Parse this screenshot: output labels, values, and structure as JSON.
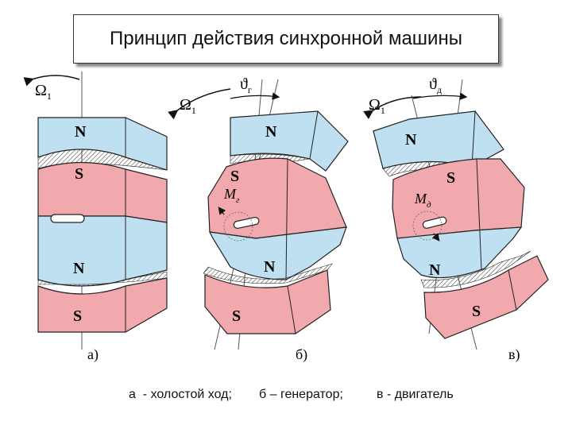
{
  "title": "Принцип действия синхронной машины",
  "diagrams": {
    "a": {
      "label": "а)",
      "omega": "Ω",
      "omega_sub": "1",
      "poles": [
        "N",
        "S",
        "N",
        "S"
      ]
    },
    "b": {
      "label": "б)",
      "omega": "Ω",
      "omega_sub": "1",
      "theta": "ϑ",
      "theta_sub": "г",
      "moment": "M",
      "moment_sub": "г",
      "poles": [
        "N",
        "S",
        "N",
        "S"
      ]
    },
    "c": {
      "label": "в)",
      "omega": "Ω",
      "omega_sub": "1",
      "theta": "ϑ",
      "theta_sub": "д",
      "moment": "M",
      "moment_sub": "д",
      "poles": [
        "N",
        "S",
        "N",
        "S"
      ]
    }
  },
  "captions": {
    "a": "а  - холостой ход;",
    "b": "б – генератор;",
    "c": "в - двигатель"
  },
  "colors": {
    "north": "#bfe0f0",
    "south": "#f2a9ad",
    "outline": "#222222"
  }
}
